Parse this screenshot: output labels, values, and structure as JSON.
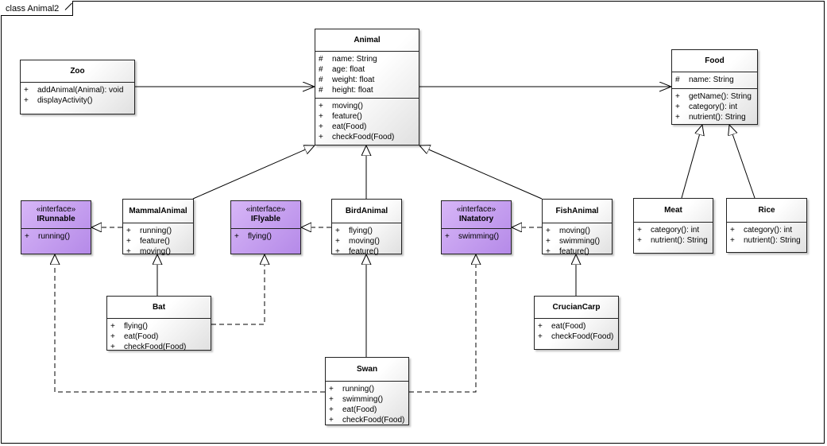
{
  "diagram": {
    "title": "class Animal2"
  },
  "classes": {
    "zoo": {
      "name": "Zoo",
      "attributes": [],
      "operations": [
        "addAnimal(Animal): void",
        "displayActivity()"
      ]
    },
    "animal": {
      "name": "Animal",
      "attributes": [
        "name: String",
        "age: float",
        "weight: float",
        "height: float"
      ],
      "operations": [
        "moving()",
        "feature()",
        "eat(Food)",
        "checkFood(Food)"
      ]
    },
    "food": {
      "name": "Food",
      "attributes": [
        "name: String"
      ],
      "operations": [
        "getName(): String",
        "category(): int",
        "nutrient(): String"
      ]
    },
    "irunnable": {
      "stereotype": "«interface»",
      "name": "IRunnable",
      "operations": [
        "running()"
      ]
    },
    "mammal": {
      "name": "MammalAnimal",
      "operations": [
        "running()",
        "feature()",
        "moving()"
      ]
    },
    "iflyable": {
      "stereotype": "«interface»",
      "name": "IFlyable",
      "operations": [
        "flying()"
      ]
    },
    "bird": {
      "name": "BirdAnimal",
      "operations": [
        "flying()",
        "moving()",
        "feature()"
      ]
    },
    "inatatory": {
      "stereotype": "«interface»",
      "name": "INatatory",
      "operations": [
        "swimming()"
      ]
    },
    "fish": {
      "name": "FishAnimal",
      "operations": [
        "moving()",
        "swimming()",
        "feature()"
      ]
    },
    "meat": {
      "name": "Meat",
      "operations": [
        "category(): int",
        "nutrient(): String"
      ]
    },
    "rice": {
      "name": "Rice",
      "operations": [
        "category(): int",
        "nutrient(): String"
      ]
    },
    "bat": {
      "name": "Bat",
      "operations": [
        "flying()",
        "eat(Food)",
        "checkFood(Food)"
      ]
    },
    "swan": {
      "name": "Swan",
      "operations": [
        "running()",
        "swimming()",
        "eat(Food)",
        "checkFood(Food)"
      ]
    },
    "carp": {
      "name": "CrucianCarp",
      "operations": [
        "eat(Food)",
        "checkFood(Food)"
      ]
    }
  },
  "visibility": {
    "public": "+",
    "protected": "#"
  },
  "colors": {
    "interface_fill": "#c9a0f2",
    "class_fill": "#ffffff",
    "line": "#000000"
  }
}
